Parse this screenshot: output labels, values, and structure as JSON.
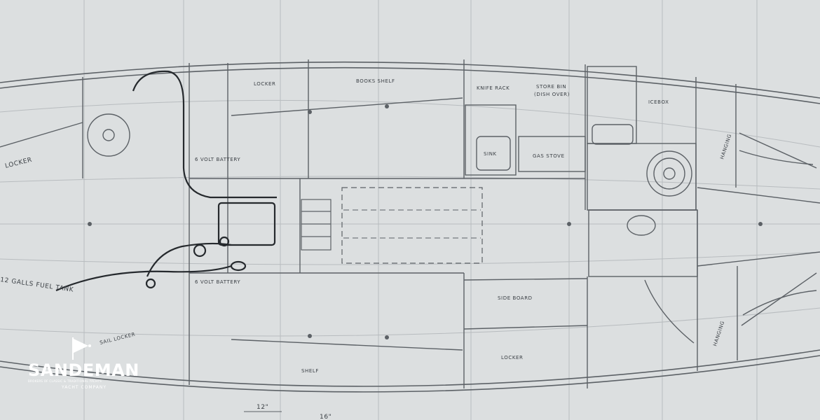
{
  "labels": {
    "locker": "LOCKER",
    "books_shelf": "BOOKS SHELF",
    "knife_rack": "KNIFE RACK",
    "store_bin": "STORE BIN",
    "store_bin_sub": "(DISH OVER)",
    "icebox": "ICEBOX",
    "locker_left": "LOCKER",
    "hanging": "HANGING",
    "sink": "SINK",
    "gas_stove": "GAS STOVE",
    "battery_top": "6 VOLT BATTERY",
    "battery_bottom": "6 VOLT BATTERY",
    "fuel_tank": "12 GALLS FUEL TANK",
    "sail_locker": "SAIL LOCKER",
    "side_board": "SIDE BOARD",
    "locker_bottom": "LOCKER",
    "shelf": "SHELF",
    "hanging_bottom": "HANGING",
    "dim_12": "12\"",
    "dim_16": "16\""
  },
  "logo": {
    "name": "SANDEMAN",
    "tagline": "BROKERS OF CLASSIC & TRADITIONAL YACHTS",
    "sub": "YACHT COMPANY"
  },
  "colors": {
    "paper": "#dcdfe0",
    "line": "#5c6166",
    "ink": "#25292d",
    "logo": "#ffffff"
  }
}
